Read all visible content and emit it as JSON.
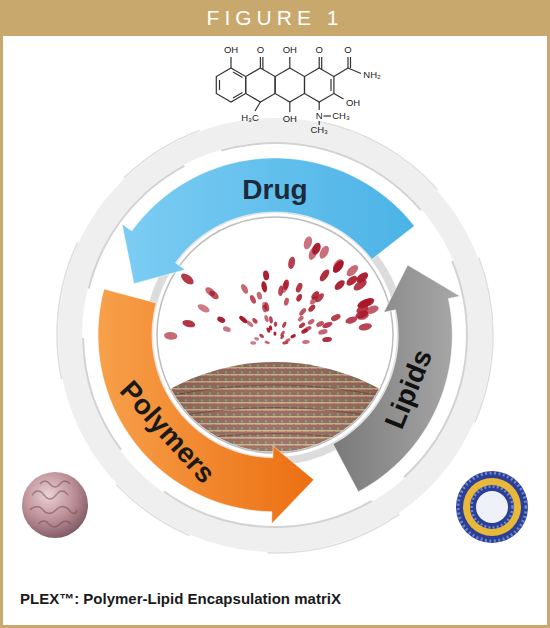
{
  "diagram": {
    "title": "FIGURE 1",
    "caption": "PLEX™: Polymer-Lipid Encapsulation matriX",
    "nodes": [
      {
        "text": [
          "Drug"
        ]
      },
      {
        "text": [
          "Polymers"
        ]
      },
      {
        "text": [
          "Lipids"
        ]
      }
    ],
    "labels": [
      "OH",
      "O",
      "OH",
      "O",
      "O",
      "NH₂",
      "OH",
      "H₃C",
      "OH",
      "N",
      "CH₃",
      "CH₃"
    ]
  }
}
